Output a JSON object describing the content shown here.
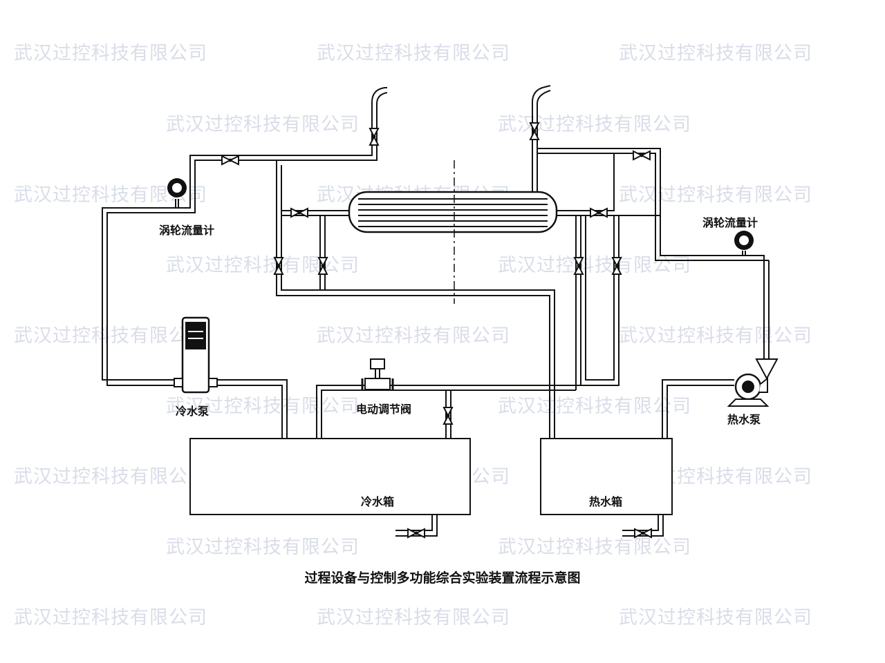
{
  "watermark": {
    "text": "武汉过控科技有限公司",
    "color": "#d9dde8"
  },
  "labels": {
    "turbine_flowmeter_left": "涡轮流量计",
    "turbine_flowmeter_right": "涡轮流量计",
    "cold_water_pump": "冷水泵",
    "electric_control_valve": "电动调节阀",
    "hot_water_pump": "热水泵",
    "cold_water_tank": "冷水箱",
    "hot_water_tank": "热水箱"
  },
  "caption": "过程设备与控制多功能综合实验装置流程示意图",
  "colors": {
    "line": "#111111",
    "background": "#ffffff"
  }
}
